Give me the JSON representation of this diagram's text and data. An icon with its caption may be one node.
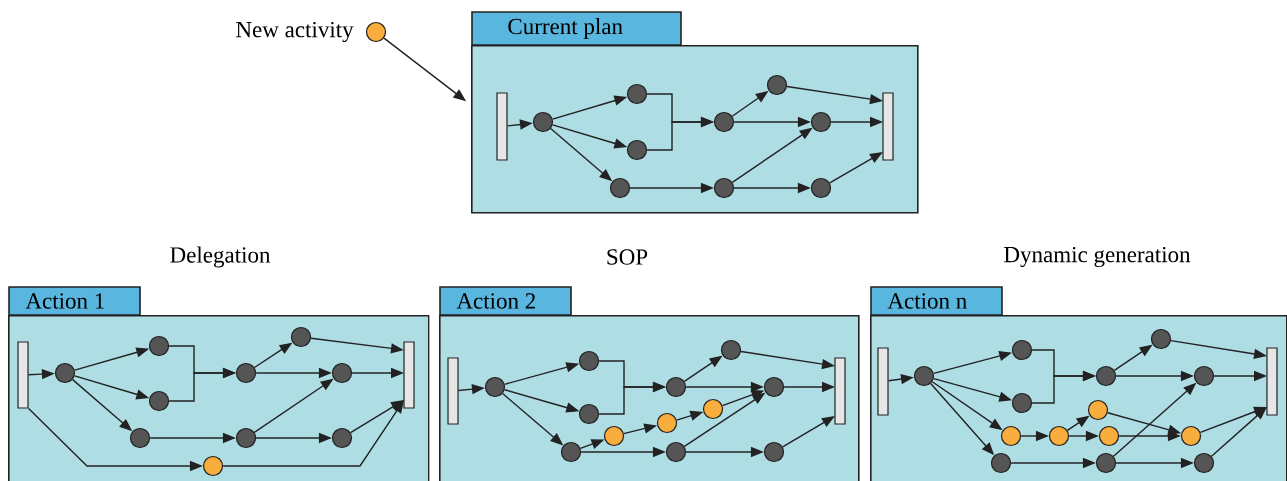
{
  "diagram": {
    "nodes": [
      {
        "text": [],
        "shape": "circle",
        "beside": [
          "New activity"
        ]
      },
      {
        "text": [
          "Current plan"
        ]
      },
      {
        "text": [],
        "shape": "bar",
        "in": 1
      },
      {
        "text": [],
        "shape": "circle",
        "in": 1
      },
      {
        "text": [],
        "shape": "circle",
        "in": 1
      },
      {
        "text": [],
        "shape": "circle",
        "in": 1
      },
      {
        "text": [],
        "shape": "circle",
        "in": 1
      },
      {
        "text": [],
        "shape": "circle",
        "in": 1
      },
      {
        "text": [],
        "shape": "circle",
        "in": 1
      },
      {
        "text": [],
        "shape": "circle",
        "in": 1
      },
      {
        "text": [],
        "shape": "circle",
        "in": 1
      },
      {
        "text": [],
        "shape": "circle",
        "in": 1
      },
      {
        "text": [],
        "shape": "bar",
        "in": 1
      },
      {
        "text": [
          "Action 1"
        ],
        "beside": [
          "Delegation"
        ]
      },
      {
        "text": [],
        "shape": "bar",
        "in": 13
      },
      {
        "text": [],
        "shape": "circle",
        "in": 13
      },
      {
        "text": [],
        "shape": "circle",
        "in": 13
      },
      {
        "text": [],
        "shape": "circle",
        "in": 13
      },
      {
        "text": [],
        "shape": "circle",
        "in": 13
      },
      {
        "text": [],
        "shape": "circle",
        "in": 13
      },
      {
        "text": [],
        "shape": "circle",
        "in": 13
      },
      {
        "text": [],
        "shape": "circle",
        "in": 13
      },
      {
        "text": [],
        "shape": "circle",
        "in": 13
      },
      {
        "text": [],
        "shape": "circle",
        "in": 13
      },
      {
        "text": [],
        "shape": "bar",
        "in": 13
      },
      {
        "text": [],
        "shape": "circle",
        "in": 13
      },
      {
        "text": [
          "Action 2"
        ],
        "beside": [
          "SOP"
        ]
      },
      {
        "text": [],
        "shape": "bar",
        "in": 26
      },
      {
        "text": [],
        "shape": "circle",
        "in": 26
      },
      {
        "text": [],
        "shape": "circle",
        "in": 26
      },
      {
        "text": [],
        "shape": "circle",
        "in": 26
      },
      {
        "text": [],
        "shape": "circle",
        "in": 26
      },
      {
        "text": [],
        "shape": "circle",
        "in": 26
      },
      {
        "text": [],
        "shape": "circle",
        "in": 26
      },
      {
        "text": [],
        "shape": "circle",
        "in": 26
      },
      {
        "text": [],
        "shape": "circle",
        "in": 26
      },
      {
        "text": [],
        "shape": "circle",
        "in": 26
      },
      {
        "text": [],
        "shape": "bar",
        "in": 26
      },
      {
        "text": [],
        "shape": "circle",
        "in": 26
      },
      {
        "text": [],
        "shape": "circle",
        "in": 26
      },
      {
        "text": [],
        "shape": "circle",
        "in": 26
      },
      {
        "text": [
          "Action n"
        ],
        "beside": [
          "Dynamic generation"
        ]
      },
      {
        "text": [],
        "shape": "bar",
        "in": 41
      },
      {
        "text": [],
        "shape": "circle",
        "in": 41
      },
      {
        "text": [],
        "shape": "circle",
        "in": 41
      },
      {
        "text": [],
        "shape": "circle",
        "in": 41
      },
      {
        "text": [],
        "shape": "circle",
        "in": 41
      },
      {
        "text": [],
        "shape": "circle",
        "in": 41
      },
      {
        "text": [],
        "shape": "circle",
        "in": 41
      },
      {
        "text": [],
        "shape": "circle",
        "in": 41
      },
      {
        "text": [],
        "shape": "circle",
        "in": 41
      },
      {
        "text": [],
        "shape": "circle",
        "in": 41
      },
      {
        "text": [],
        "shape": "bar",
        "in": 41
      },
      {
        "text": [],
        "shape": "circle",
        "in": 41
      },
      {
        "text": [],
        "shape": "circle",
        "in": 41
      },
      {
        "text": [],
        "shape": "circle",
        "in": 41
      },
      {
        "text": [],
        "shape": "circle",
        "in": 41
      },
      {
        "text": [],
        "shape": "circle",
        "in": 41
      }
    ],
    "edges": [
      {
        "from": 0,
        "to": 1,
        "arrow": "to"
      },
      {
        "from": 2,
        "to": 3,
        "arrow": "to"
      },
      {
        "from": 3,
        "to": 4,
        "arrow": "to"
      },
      {
        "from": 3,
        "to": 5,
        "arrow": "to"
      },
      {
        "from": 3,
        "to": 6,
        "arrow": "to"
      },
      {
        "from": 4,
        "to": 7,
        "arrow": "to"
      },
      {
        "from": 5,
        "to": 7,
        "arrow": "to"
      },
      {
        "from": 7,
        "to": 9,
        "arrow": "to"
      },
      {
        "from": 7,
        "to": 10,
        "arrow": "to"
      },
      {
        "from": 6,
        "to": 8,
        "arrow": "to"
      },
      {
        "from": 8,
        "to": 10,
        "arrow": "to"
      },
      {
        "from": 8,
        "to": 11,
        "arrow": "to"
      },
      {
        "from": 9,
        "to": 12,
        "arrow": "to"
      },
      {
        "from": 10,
        "to": 12,
        "arrow": "to"
      },
      {
        "from": 11,
        "to": 12,
        "arrow": "to"
      },
      {
        "from": 14,
        "to": 15,
        "arrow": "to"
      },
      {
        "from": 15,
        "to": 16,
        "arrow": "to"
      },
      {
        "from": 15,
        "to": 17,
        "arrow": "to"
      },
      {
        "from": 15,
        "to": 18,
        "arrow": "to"
      },
      {
        "from": 16,
        "to": 19,
        "arrow": "to"
      },
      {
        "from": 17,
        "to": 19,
        "arrow": "to"
      },
      {
        "from": 19,
        "to": 21,
        "arrow": "to"
      },
      {
        "from": 19,
        "to": 22,
        "arrow": "to"
      },
      {
        "from": 18,
        "to": 20,
        "arrow": "to"
      },
      {
        "from": 20,
        "to": 22,
        "arrow": "to"
      },
      {
        "from": 20,
        "to": 23,
        "arrow": "to"
      },
      {
        "from": 21,
        "to": 24,
        "arrow": "to"
      },
      {
        "from": 22,
        "to": 24,
        "arrow": "to"
      },
      {
        "from": 23,
        "to": 24,
        "arrow": "to"
      },
      {
        "from": 14,
        "to": 25,
        "arrow": "to"
      },
      {
        "from": 25,
        "to": 24,
        "arrow": "to"
      },
      {
        "from": 27,
        "to": 28,
        "arrow": "to"
      },
      {
        "from": 28,
        "to": 29,
        "arrow": "to"
      },
      {
        "from": 28,
        "to": 30,
        "arrow": "to"
      },
      {
        "from": 28,
        "to": 31,
        "arrow": "to"
      },
      {
        "from": 29,
        "to": 32,
        "arrow": "to"
      },
      {
        "from": 30,
        "to": 32,
        "arrow": "to"
      },
      {
        "from": 32,
        "to": 34,
        "arrow": "to"
      },
      {
        "from": 32,
        "to": 35,
        "arrow": "to"
      },
      {
        "from": 31,
        "to": 33,
        "arrow": "to"
      },
      {
        "from": 31,
        "to": 38,
        "arrow": "to"
      },
      {
        "from": 38,
        "to": 39,
        "arrow": "to"
      },
      {
        "from": 39,
        "to": 40,
        "arrow": "to"
      },
      {
        "from": 40,
        "to": 35,
        "arrow": "to"
      },
      {
        "from": 33,
        "to": 35,
        "arrow": "to"
      },
      {
        "from": 33,
        "to": 36,
        "arrow": "to"
      },
      {
        "from": 34,
        "to": 37,
        "arrow": "to"
      },
      {
        "from": 35,
        "to": 37,
        "arrow": "to"
      },
      {
        "from": 36,
        "to": 37,
        "arrow": "to"
      },
      {
        "from": 42,
        "to": 43,
        "arrow": "to"
      },
      {
        "from": 43,
        "to": 44,
        "arrow": "to"
      },
      {
        "from": 43,
        "to": 45,
        "arrow": "to"
      },
      {
        "from": 43,
        "to": 53,
        "arrow": "to"
      },
      {
        "from": 43,
        "to": 46,
        "arrow": "to"
      },
      {
        "from": 44,
        "to": 47,
        "arrow": "to"
      },
      {
        "from": 45,
        "to": 47,
        "arrow": "to"
      },
      {
        "from": 47,
        "to": 49,
        "arrow": "to"
      },
      {
        "from": 47,
        "to": 50,
        "arrow": "to"
      },
      {
        "from": 53,
        "to": 54,
        "arrow": "to"
      },
      {
        "from": 54,
        "to": 55,
        "arrow": "to"
      },
      {
        "from": 54,
        "to": 56,
        "arrow": "to"
      },
      {
        "from": 55,
        "to": 57,
        "arrow": "to"
      },
      {
        "from": 56,
        "to": 57,
        "arrow": "to"
      },
      {
        "from": 57,
        "to": 52,
        "arrow": "to"
      },
      {
        "from": 46,
        "to": 48,
        "arrow": "to"
      },
      {
        "from": 48,
        "to": 50,
        "arrow": "to"
      },
      {
        "from": 48,
        "to": 51,
        "arrow": "to"
      },
      {
        "from": 49,
        "to": 52,
        "arrow": "to"
      },
      {
        "from": 50,
        "to": 52,
        "arrow": "to"
      },
      {
        "from": 51,
        "to": 52,
        "arrow": "to"
      }
    ]
  }
}
